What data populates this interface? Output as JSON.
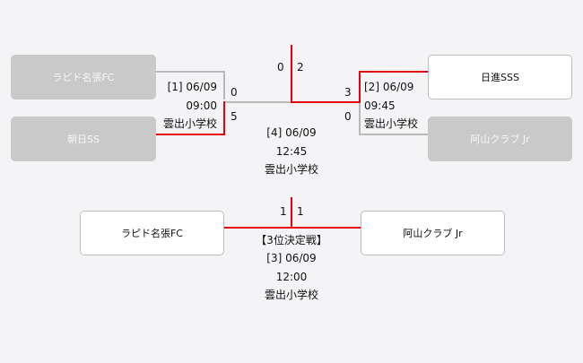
{
  "teams": {
    "semi1_top": "ラピド名張FC",
    "semi1_bottom": "朝日SS",
    "semi2_top": "日進SSS",
    "semi2_bottom": "阿山クラブ Jr",
    "third_left": "ラピド名張FC",
    "third_right": "阿山クラブ Jr"
  },
  "matches": {
    "m1": {
      "label": "[1] 06/09",
      "time": "09:00",
      "venue": "雲出小学校",
      "score_top": "0",
      "score_bottom": "5"
    },
    "m2": {
      "label": "[2] 06/09",
      "time": "09:45",
      "venue": "雲出小学校",
      "score_top": "3",
      "score_bottom": "0"
    },
    "m4": {
      "label": "[4] 06/09",
      "time": "12:45",
      "venue": "雲出小学校",
      "score_left": "0",
      "score_right": "2"
    },
    "m3": {
      "title": "【3位決定戦】",
      "label": "[3] 06/09",
      "time": "12:00",
      "venue": "雲出小学校",
      "score_left": "1",
      "score_right": "1"
    }
  },
  "colors": {
    "winner_line": "#e60012",
    "loser_line": "#b9b9b9",
    "loser_box": "#c9c9c9"
  }
}
